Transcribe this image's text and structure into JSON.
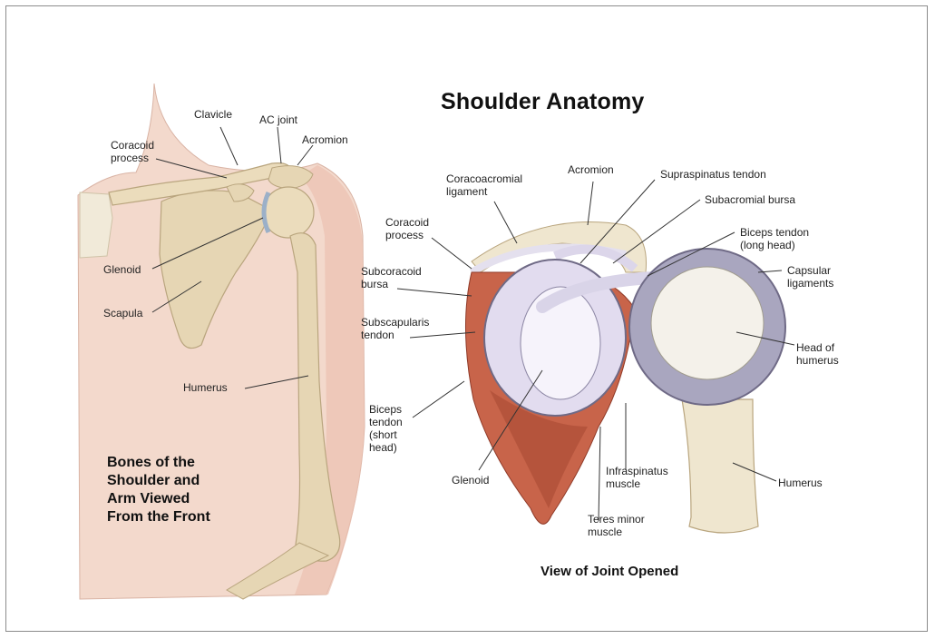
{
  "title": "Shoulder Anatomy",
  "left_caption": "Bones of the\nShoulder and\nArm Viewed\nFrom the Front",
  "right_caption": "View of Joint Opened",
  "colors": {
    "skin": "#f3d9cc",
    "bone": "#e6d6b4",
    "muscle": "#c8644a",
    "cartilage": "#e2dcef",
    "ligament": "#ece8f4"
  },
  "labels": {
    "clavicle": "Clavicle",
    "ac_joint": "AC joint",
    "acromion_left": "Acromion",
    "coracoid_left": "Coracoid\nprocess",
    "glenoid_left": "Glenoid",
    "scapula": "Scapula",
    "humerus_left": "Humerus",
    "coracoacromial": "Coracoacromial\nligament",
    "acromion_right": "Acromion",
    "supraspinatus": "Supraspinatus tendon",
    "subacromial": "Subacromial bursa",
    "coracoid_right": "Coracoid\nprocess",
    "biceps_long": "Biceps tendon\n(long head)",
    "capsular": "Capsular\nligaments",
    "subcoracoid": "Subcoracoid\nbursa",
    "subscapularis": "Subscapularis\ntendon",
    "head_humerus": "Head of\nhumerus",
    "biceps_short": "Biceps\ntendon\n(short\nhead)",
    "glenoid_right": "Glenoid",
    "infraspinatus": "Infraspinatus\nmuscle",
    "humerus_right": "Humerus",
    "teres_minor": "Teres minor\nmuscle"
  }
}
